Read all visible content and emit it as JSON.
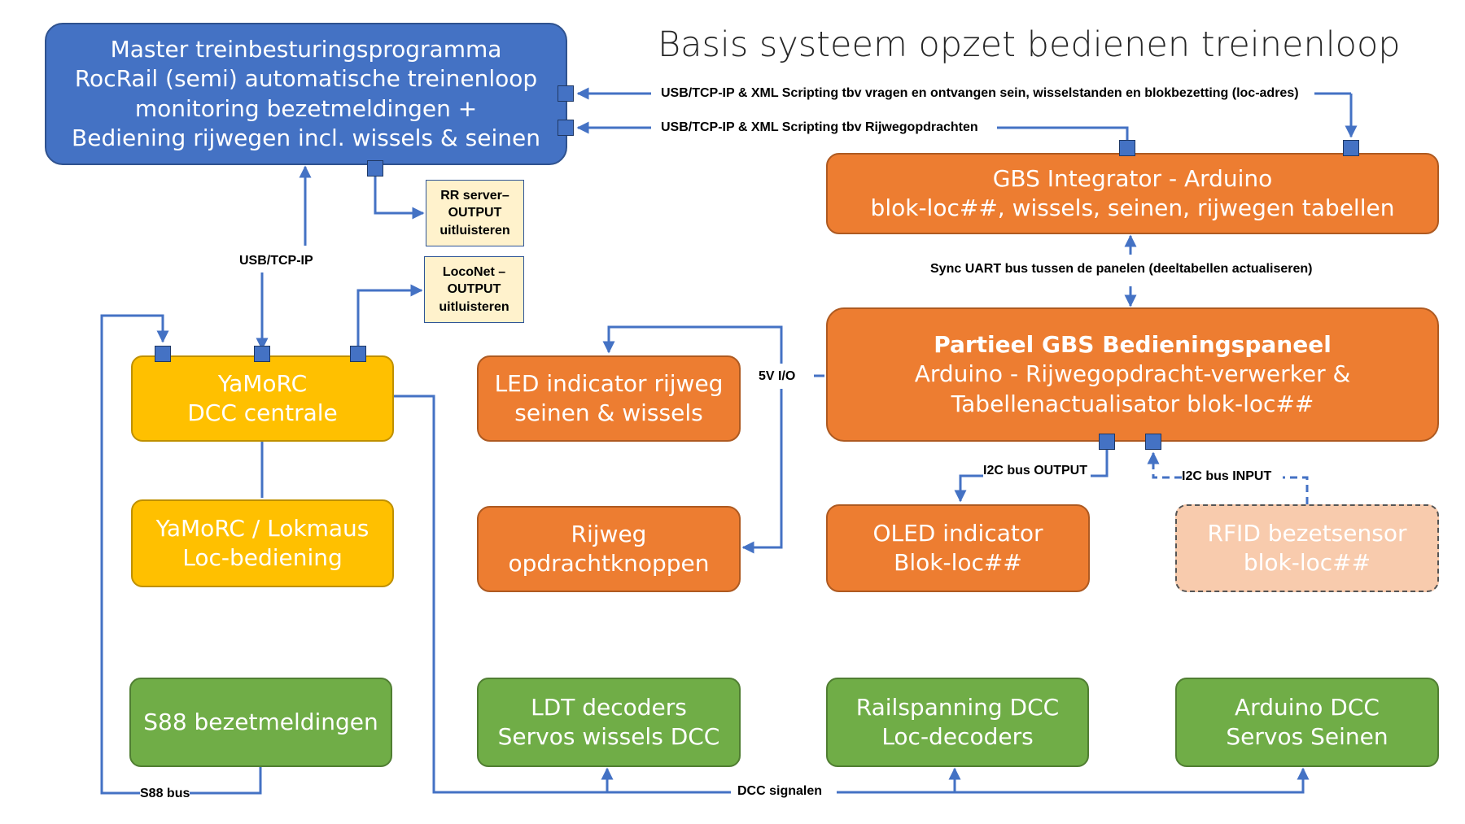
{
  "title": "Basis systeem opzet bedienen treinenloop",
  "colors": {
    "master": "#4472c4",
    "integrator": "#ed7d31",
    "centrale": "#ffc000",
    "decoders": "#70ad47",
    "rfid": "#f8cbad",
    "connector": "#4472c4",
    "note": "#fff2cc"
  },
  "nodes": {
    "master": {
      "lines": [
        "Master treinbesturingsprogramma",
        "RocRail (semi) automatische treinenloop",
        "monitoring bezetmeldingen +",
        "Bediening rijwegen incl. wissels & seinen"
      ]
    },
    "integrator": {
      "lines": [
        "GBS Integrator - Arduino",
        "blok-loc##, wissels, seinen, rijwegen tabellen"
      ]
    },
    "panel": {
      "title": "Partieel GBS Bedieningspaneel",
      "lines": [
        "Arduino - Rijwegopdracht-verwerker &",
        "Tabellenactualisator blok-loc##"
      ]
    },
    "yamorc": {
      "lines": [
        "YaMoRC",
        "DCC centrale"
      ]
    },
    "lokmaus": {
      "lines": [
        "YaMoRC / Lokmaus",
        "Loc-bediening"
      ]
    },
    "led": {
      "lines": [
        "LED indicator rijweg",
        "seinen &  wissels"
      ]
    },
    "knoppen": {
      "lines": [
        "Rijweg",
        "opdrachtknoppen"
      ]
    },
    "oled": {
      "lines": [
        "OLED indicator",
        "Blok-loc##"
      ]
    },
    "rfid": {
      "lines": [
        "RFID bezetsensor",
        "blok-loc##"
      ]
    },
    "s88": {
      "lines": [
        "S88 bezetmeldingen"
      ]
    },
    "ldt": {
      "lines": [
        "LDT decoders",
        "Servos wissels DCC"
      ]
    },
    "rail": {
      "lines": [
        "Railspanning DCC",
        "Loc-decoders"
      ]
    },
    "arduino_dcc": {
      "lines": [
        "Arduino DCC",
        "Servos Seinen"
      ]
    }
  },
  "notes": {
    "rr_server": {
      "lines": [
        "RR server–",
        "OUTPUT",
        "uitluisteren"
      ]
    },
    "loconet": {
      "lines": [
        "LocoNet –",
        "OUTPUT",
        "uitluisteren"
      ]
    }
  },
  "labels": {
    "xml_top": "USB/TCP-IP & XML Scripting tbv vragen en ontvangen sein, wisselstanden en blokbezetting (loc-adres)",
    "xml_bottom": "USB/TCP-IP & XML Scripting tbv Rijwegopdrachten",
    "usb_tcp": "USB/TCP-IP",
    "sync_uart": "Sync UART bus tussen de panelen (deeltabellen actualiseren)",
    "io_5v": "5V I/O",
    "i2c_output": "I2C bus OUTPUT",
    "i2c_input": "I2C bus INPUT",
    "s88_bus": "S88 bus",
    "dcc_signalen": "DCC signalen"
  }
}
